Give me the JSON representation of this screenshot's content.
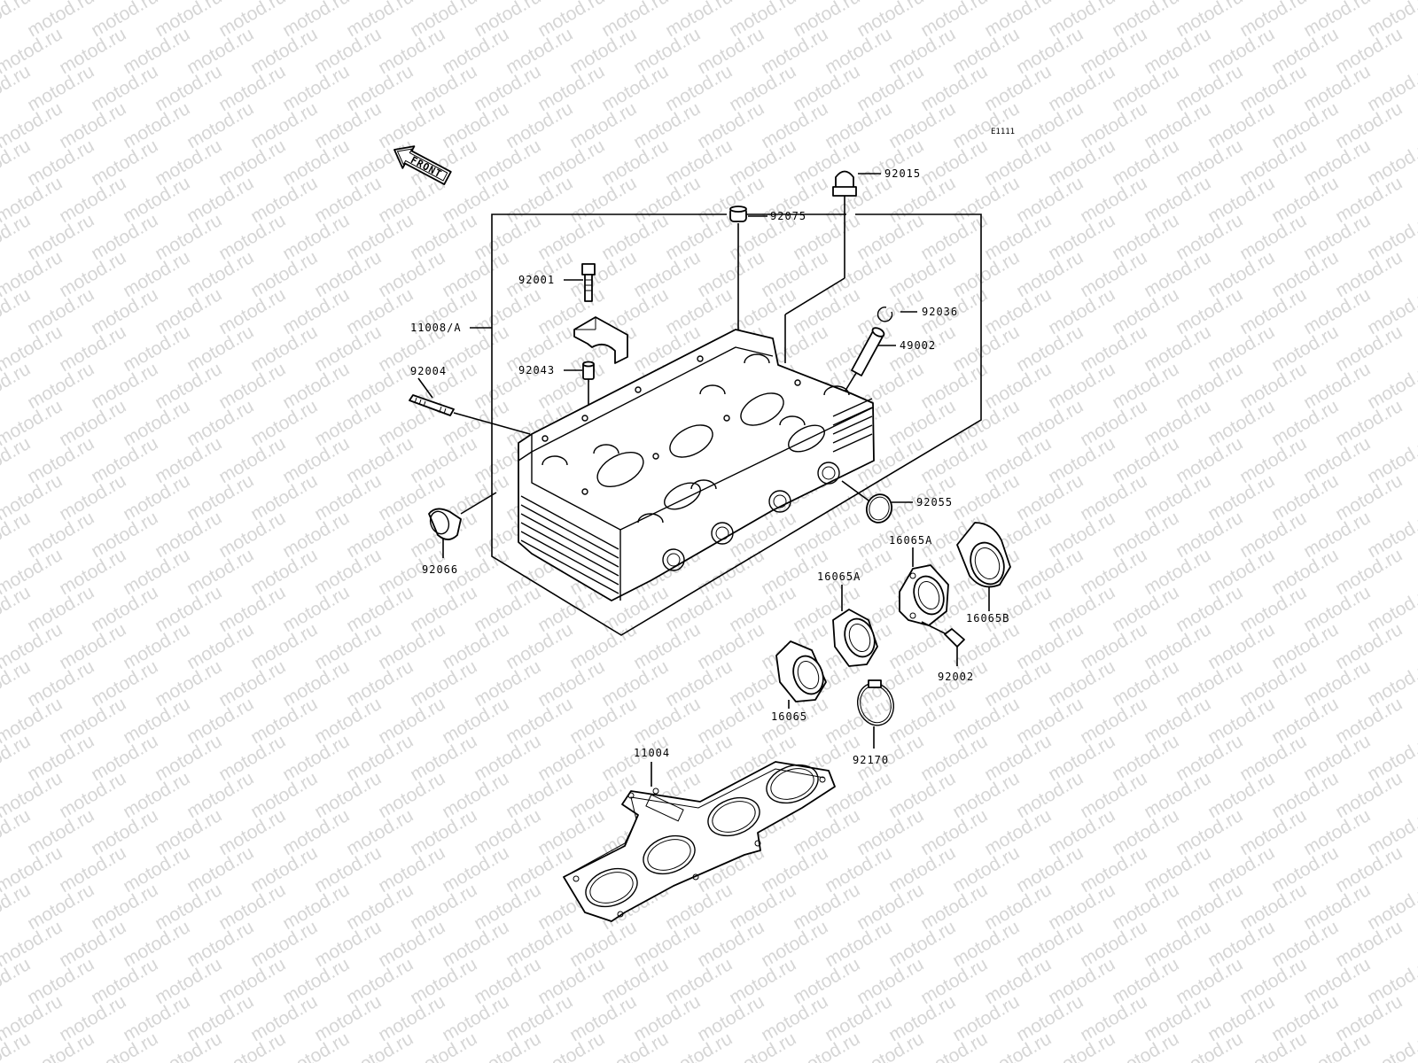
{
  "watermark": {
    "text": "motod.ru",
    "color": "#d6d6d6"
  },
  "diagram_code": "E1111",
  "front_arrow": {
    "label": "FRONT"
  },
  "parts": {
    "p92015": "92015",
    "p92075": "92075",
    "p92001": "92001",
    "p11008A": "11008/A",
    "p92036": "92036",
    "p49002": "49002",
    "p92004": "92004",
    "p92043": "92043",
    "p92055": "92055",
    "p92066": "92066",
    "p16065A_right": "16065A",
    "p16065A_left": "16065A",
    "p16065B": "16065B",
    "p92002": "92002",
    "p16065": "16065",
    "p92170": "92170",
    "p11004": "11004"
  }
}
